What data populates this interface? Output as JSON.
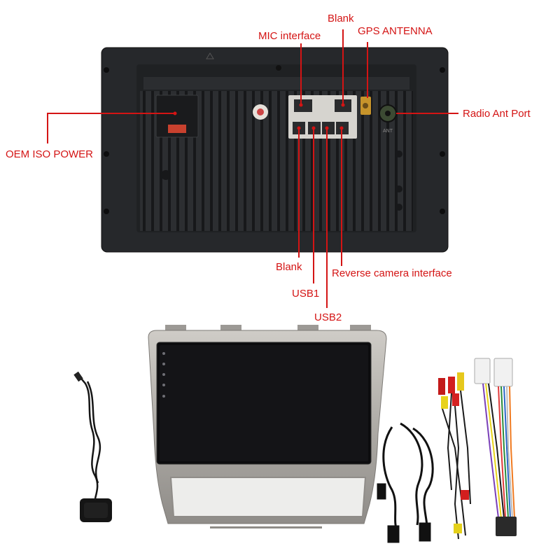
{
  "colors": {
    "accent": "#d41414",
    "panel": "#26282b",
    "bezel": "#b5b3ae",
    "screen": "#0c0c0e"
  },
  "callouts": {
    "blank_top": "Blank",
    "mic_interface": "MIC interface",
    "gps_antenna": "GPS ANTENNA",
    "radio_ant_port": "Radio Ant Port",
    "oem_iso_power": "OEM ISO POWER",
    "blank_bottom": "Blank",
    "reverse_camera": "Reverse camera interface",
    "usb1": "USB1",
    "usb2": "USB2"
  },
  "panel_markings": {
    "ant": "ANT"
  },
  "accessories": {
    "gps_module_icon": "gps-module-icon",
    "usb_cable_icon": "usb-cable-icon",
    "rca_harness_icon": "rca-harness-icon",
    "power_harness_icon": "power-harness-icon"
  }
}
